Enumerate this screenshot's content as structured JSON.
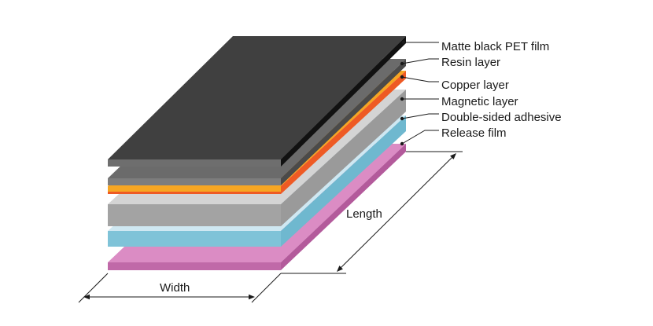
{
  "layers": [
    {
      "id": "pet",
      "label": "Matte black PET film",
      "top": "#404040",
      "front": "#6e6e6e",
      "side": "#111111"
    },
    {
      "id": "resin",
      "label": "Resin layer",
      "top": "#6b6b6b",
      "front": "#7d7d7d",
      "side": "#4a4a4a"
    },
    {
      "id": "copper",
      "label": "Copper layer",
      "top": "#f6a623",
      "front": "#f6a623",
      "side": "#ee5a24"
    },
    {
      "id": "magnetic",
      "label": "Magnetic layer",
      "top": "#d4d4d4",
      "front": "#a3a3a3",
      "side": "#9a9a9a"
    },
    {
      "id": "adhesive",
      "label": "Double-sided adhesive",
      "top": "#cfe8f2",
      "front": "#7fc3d8",
      "side": "#6fb8cf"
    },
    {
      "id": "release",
      "label": "Release film",
      "top": "#db8cc4",
      "front": "#c069a8",
      "side": "#b35a9b"
    }
  ],
  "dimensions": {
    "width_label": "Width",
    "length_label": "Length"
  },
  "line_color": "#1a1a1a"
}
